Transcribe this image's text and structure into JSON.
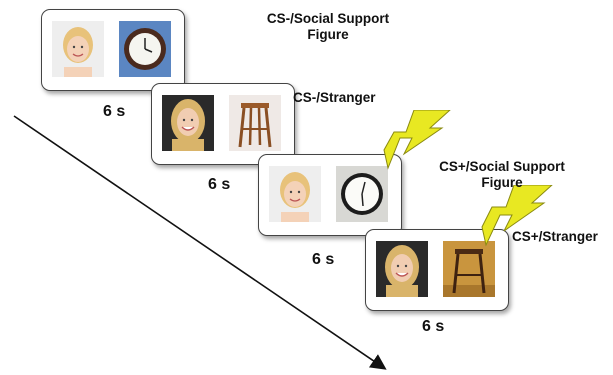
{
  "trials": [
    {
      "label_lines": [
        "CS-/Social Support",
        "Figure"
      ],
      "duration": "6 s",
      "images": [
        {
          "icon": "smiling-woman-face-icon"
        },
        {
          "icon": "wall-clock-blue-background-icon"
        }
      ],
      "shock": false
    },
    {
      "label_lines": [
        "CS-/Stranger"
      ],
      "duration": "6 s",
      "images": [
        {
          "icon": "smiling-blonde-woman-icon"
        },
        {
          "icon": "wooden-stool-icon"
        }
      ],
      "shock": false
    },
    {
      "label_lines": [
        "CS+/Social Support",
        "Figure"
      ],
      "duration": "6 s",
      "images": [
        {
          "icon": "smiling-woman-face-icon"
        },
        {
          "icon": "wall-clock-icon"
        }
      ],
      "shock": true
    },
    {
      "label_lines": [
        "CS+/Stranger"
      ],
      "duration": "6 s",
      "images": [
        {
          "icon": "smiling-blonde-woman-icon"
        },
        {
          "icon": "wooden-stool-icon"
        }
      ],
      "shock": true
    }
  ],
  "colors": {
    "bolt_fill": "#E8E822",
    "bolt_stroke": "#8a8a10",
    "card_border": "#444444",
    "arrow": "#111111"
  }
}
